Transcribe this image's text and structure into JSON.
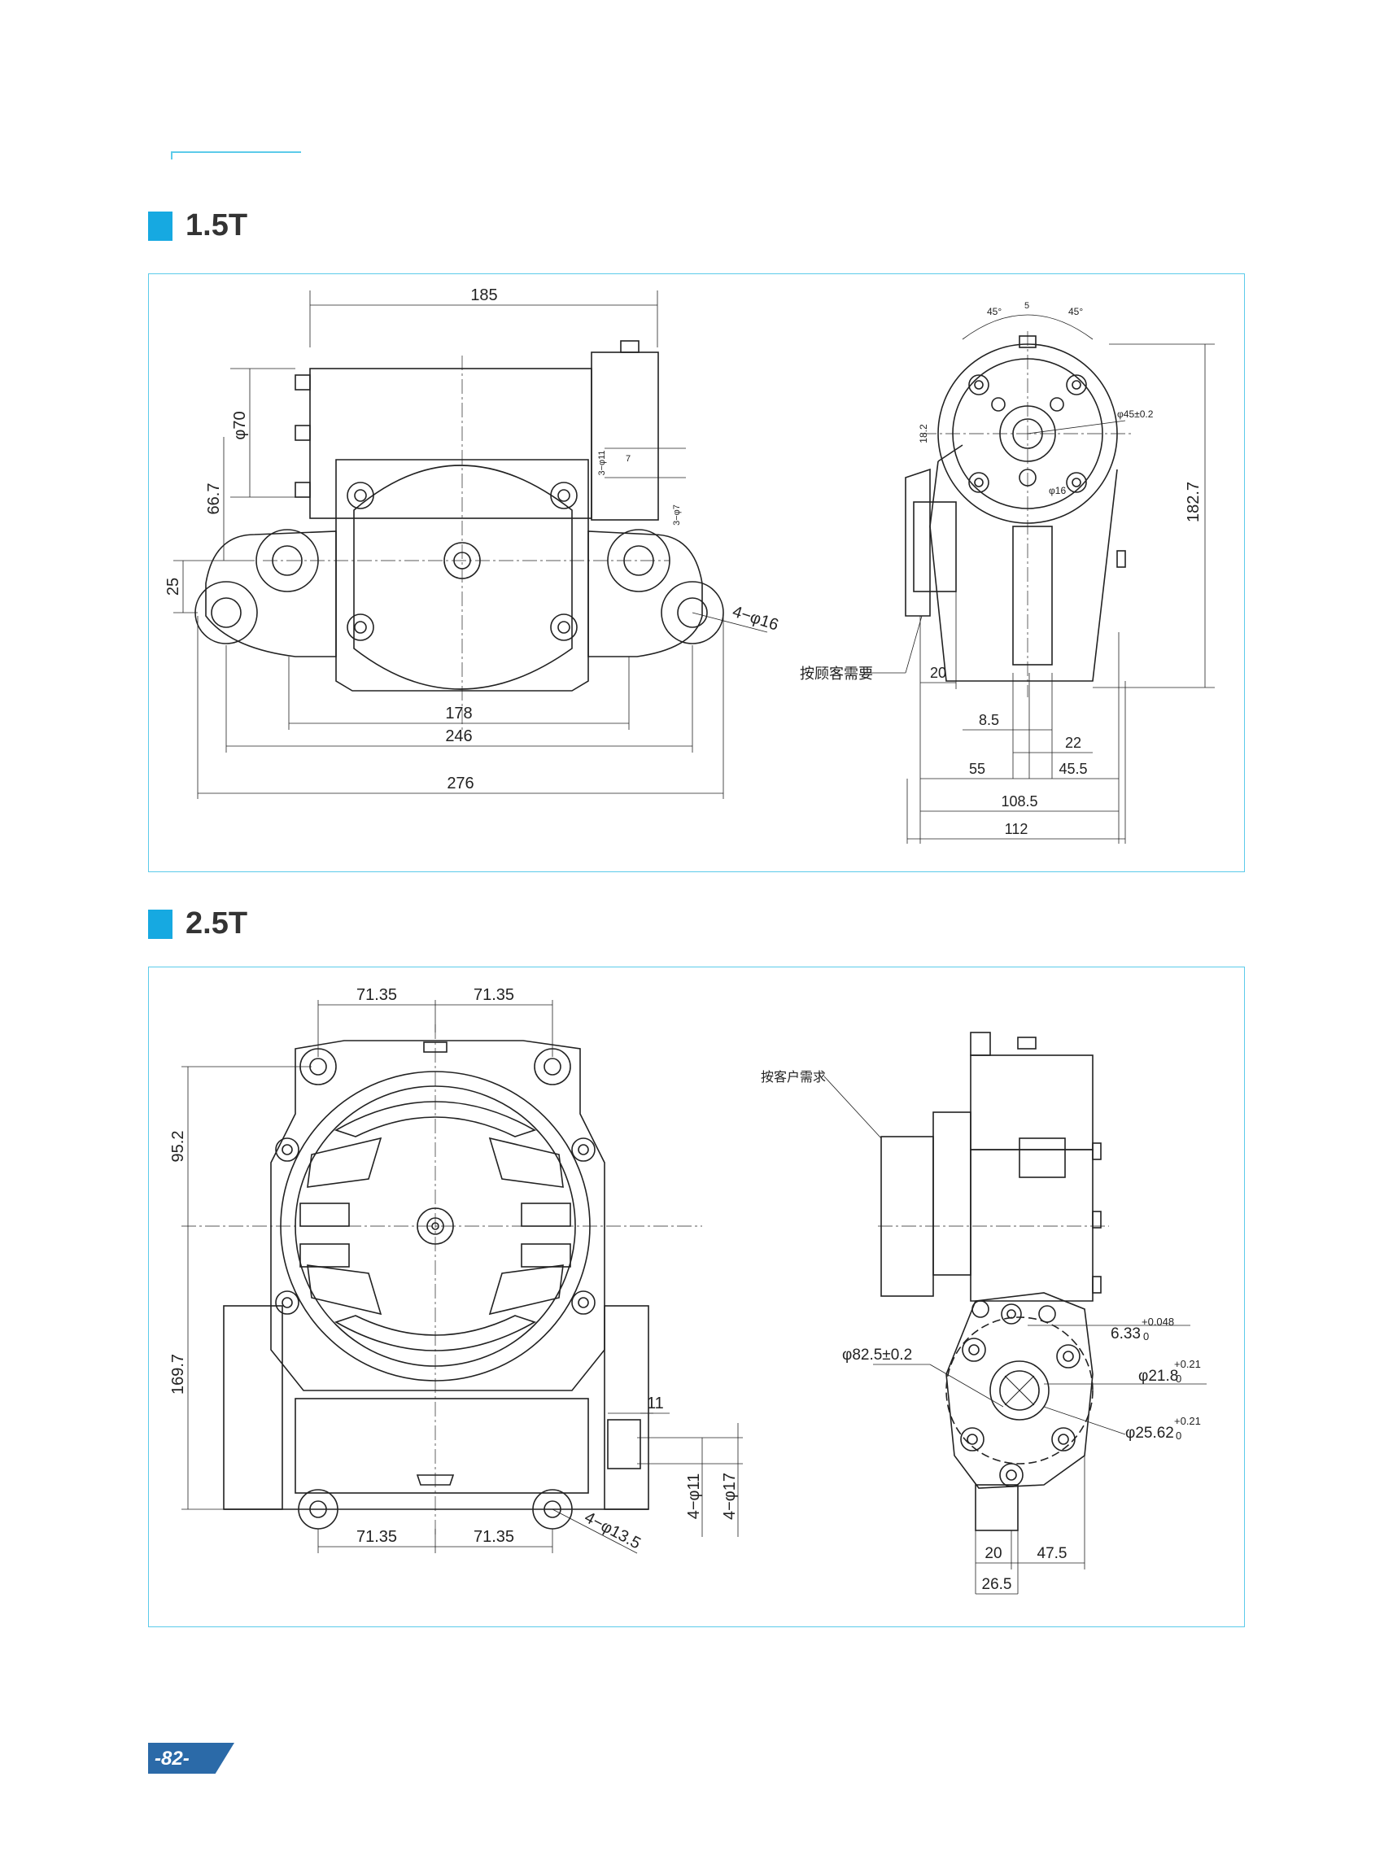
{
  "sections": [
    {
      "title": "1.5T",
      "dims": {
        "top_width": "185",
        "dia70": "φ70",
        "h667": "66.7",
        "h25": "25",
        "w178": "178",
        "w246": "246",
        "w276": "276",
        "holes": "4−φ16",
        "bolt_11": "3−φ11",
        "bolt_7": "3−φ7",
        "key_7": "7",
        "h182": "182.7",
        "d18": "18.2",
        "dia45": "φ45±0.2",
        "dia16": "φ16",
        "key5": "5",
        "ang1": "45°",
        "ang2": "45°",
        "note": "按顾客需要",
        "s20": "20",
        "s85": "8.5",
        "s22": "22",
        "s55": "55",
        "s455": "45.5",
        "s1085": "108.5",
        "s112": "112"
      }
    },
    {
      "title": "2.5T",
      "dims": {
        "t1": "71.35",
        "t2": "71.35",
        "b1": "71.35",
        "b2": "71.35",
        "h952": "95.2",
        "h1697": "169.7",
        "w11": "11",
        "slot11": "4−φ11",
        "slot17": "4−φ17",
        "holes": "4−φ13.5",
        "note": "按客户需求",
        "dia825": "φ82.5±0.2",
        "k633": "6.33",
        "k633tol": "+0.048",
        "k633low": "0",
        "d218": "φ21.8",
        "d218tol": "+0.21",
        "d218low": "0",
        "d2562": "φ25.62",
        "d2562tol": "+0.21",
        "d2562low": "0",
        "s20": "20",
        "s475": "47.5",
        "s265": "26.5"
      }
    }
  ],
  "page_number": "-82-"
}
